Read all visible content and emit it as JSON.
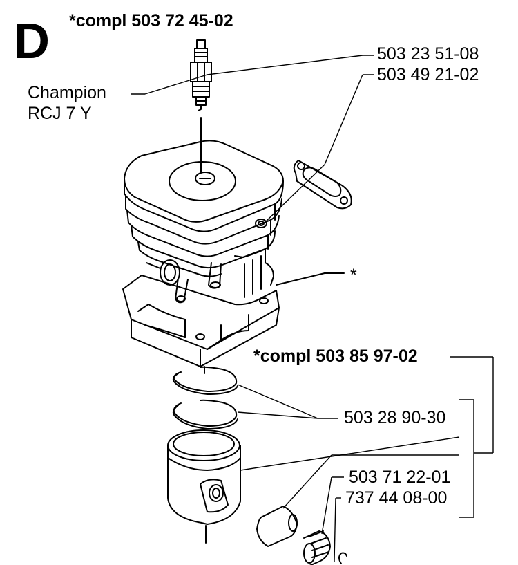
{
  "section_letter": "D",
  "assemblies": {
    "cylinder_complete": "*compl 503 72 45-02",
    "piston_complete": "*compl 503 85 97-02"
  },
  "spark_plug": {
    "brand": "Champion",
    "model": "RCJ 7 Y"
  },
  "part_numbers": {
    "spark_plug": "503 23 51-08",
    "gasket": "503 49 21-02",
    "cylinder": "*",
    "piston_rings": "503 28 90-30",
    "needle_bearing": "503 71 22-01",
    "circlip": "737 44 08-00"
  }
}
